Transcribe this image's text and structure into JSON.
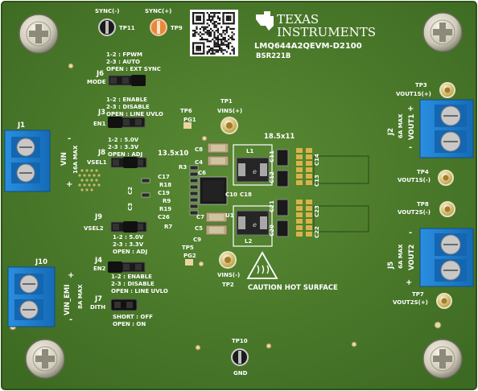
{
  "board": {
    "part_number": "LMQ644A2QEVM-D2100",
    "assembly": "BSR221B",
    "manufacturer_line1": "Texas",
    "manufacturer_line2": "Instruments",
    "caution": "CAUTION HOT SURFACE",
    "colors": {
      "pcb": "#4c7a2c",
      "terminal": "#1e7fd0",
      "silkscreen": "#ffffff",
      "pad": "#d9b34a"
    }
  },
  "test_points": {
    "sync_neg": "SYNC(-)",
    "sync_pos": "SYNC(+)",
    "tp11": "TP11",
    "tp9": "TP9",
    "tp1": "TP1",
    "tp1_net": "VINS(+)",
    "tp2": "TP2",
    "tp2_net": "VINS(-)",
    "tp3": "TP3",
    "tp3_net": "VOUT1S(+)",
    "tp4": "TP4",
    "tp4_net": "VOUT1S(-)",
    "tp8": "TP8",
    "tp8_net": "VOUT2S(-)",
    "tp7": "TP7",
    "tp7_net": "VOUT2S(+)",
    "tp5": "TP5",
    "tp5_net": "PG2",
    "tp6": "TP6",
    "tp6_net": "PG1",
    "tp10": "TP10",
    "tp10_net": "GND"
  },
  "jumpers": {
    "j6": {
      "ref": "J6",
      "name": "MODE",
      "line1": "1-2 : FPWM",
      "line2": "2-3 : AUTO",
      "line3": "OPEN : EXT SYNC"
    },
    "j3": {
      "ref": "J3",
      "name": "EN1",
      "line1": "1-2 : ENABLE",
      "line2": "2-3 : DISABLE",
      "line3": "OPEN : LINE UVLO"
    },
    "j8": {
      "ref": "J8",
      "name": "VSEL1",
      "line1": "1-2 : 5.0V",
      "line2": "2-3 : 3.3V",
      "line3": "OPEN : ADJ"
    },
    "j9": {
      "ref": "J9",
      "name": "VSEL2",
      "line1": "1-2 : 5.0V",
      "line2": "2-3 : 3.3V",
      "line3": "OPEN : ADJ"
    },
    "j4": {
      "ref": "J4",
      "name": "EN2",
      "line1": "1-2 : ENABLE",
      "line2": "2-3 : DISABLE",
      "line3": "OPEN : LINE UVLO"
    },
    "j7": {
      "ref": "J7",
      "name": "DITH",
      "line1": "SHORT : OFF",
      "line2": "OPEN : ON"
    }
  },
  "connectors": {
    "j1": {
      "ref": "J1",
      "net": "VIN",
      "rating": "16A MAX",
      "plus": "+",
      "minus": "-"
    },
    "j10": {
      "ref": "J10",
      "net": "VIN_EMI",
      "rating": "8A MAX",
      "plus": "+",
      "minus": "-"
    },
    "j2": {
      "ref": "J2",
      "net": "VOUT1",
      "rating": "6A MAX",
      "plus": "+",
      "minus": "-"
    },
    "j5": {
      "ref": "J5",
      "net": "VOUT2",
      "rating": "6A MAX",
      "plus": "+",
      "minus": "-"
    }
  },
  "components": {
    "size_left": "13.5x10",
    "size_right": "18.5x11",
    "c8": "C8",
    "c4": "C4",
    "c6": "C6",
    "r3": "R3",
    "c17": "C17",
    "r18": "R18",
    "c19": "C19",
    "r9": "R9",
    "r19": "R19",
    "c26": "C26",
    "r7": "R7",
    "c10": "C10",
    "c18": "C18",
    "u1": "U1",
    "c7": "C7",
    "c5": "C5",
    "c9": "C9",
    "c2": "C2",
    "c3": "C3",
    "l1": "L1",
    "l2": "L2",
    "c11": "C11",
    "c12": "C12",
    "c13": "C13",
    "c14": "C14",
    "c20": "C20",
    "c21": "C21",
    "c22": "C22",
    "c23": "C23"
  }
}
